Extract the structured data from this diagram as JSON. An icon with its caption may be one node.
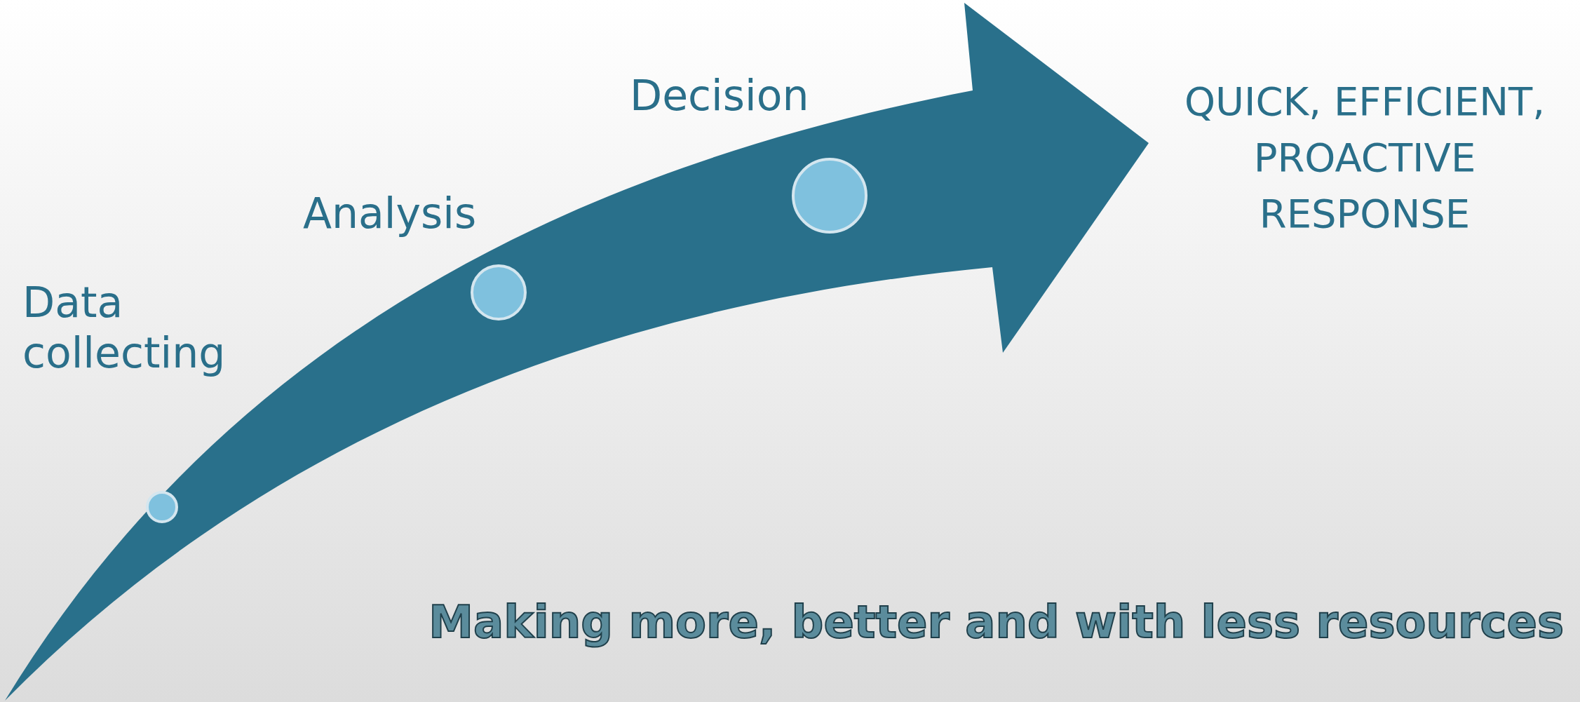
{
  "diagram": {
    "caption": "Making more, better and with less resources",
    "nodes": [
      {
        "text": [],
        "shape": "circle",
        "beside": [
          "Data collecting"
        ]
      },
      {
        "text": [],
        "shape": "circle",
        "beside": [
          "Analysis"
        ]
      },
      {
        "text": [],
        "shape": "circle",
        "beside": [
          "Decision"
        ]
      },
      {
        "text": [
          "QUICK, EFFICIENT, PROACTIVE RESPONSE"
        ]
      }
    ],
    "edges": [
      {
        "from": null,
        "to": 3,
        "arrow": "to",
        "style": "thick"
      }
    ]
  }
}
